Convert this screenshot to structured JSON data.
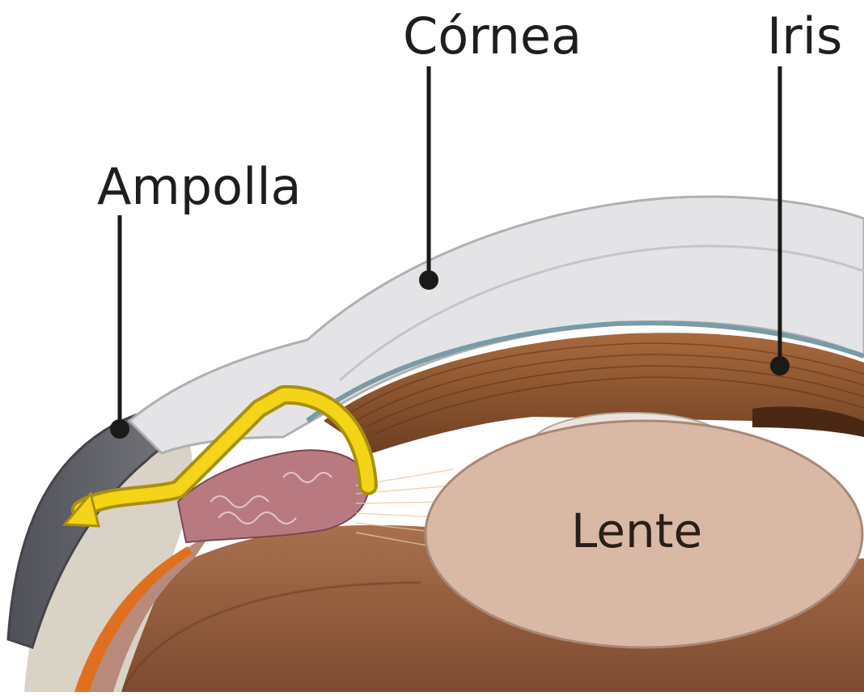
{
  "labels": {
    "cornea": "Córnea",
    "iris": "Iris",
    "ampolla": "Ampolla",
    "lente": "Lente"
  },
  "colors": {
    "cornea": "#dcdcdc",
    "iris": "#8a5530",
    "lens": "#d8b8a8",
    "eyeball": "#9c6848",
    "bleb": "#6e6e74",
    "arrow": "#f3d417",
    "ciliary_body": "#b87a80",
    "retina_stripe": "#e07020"
  }
}
